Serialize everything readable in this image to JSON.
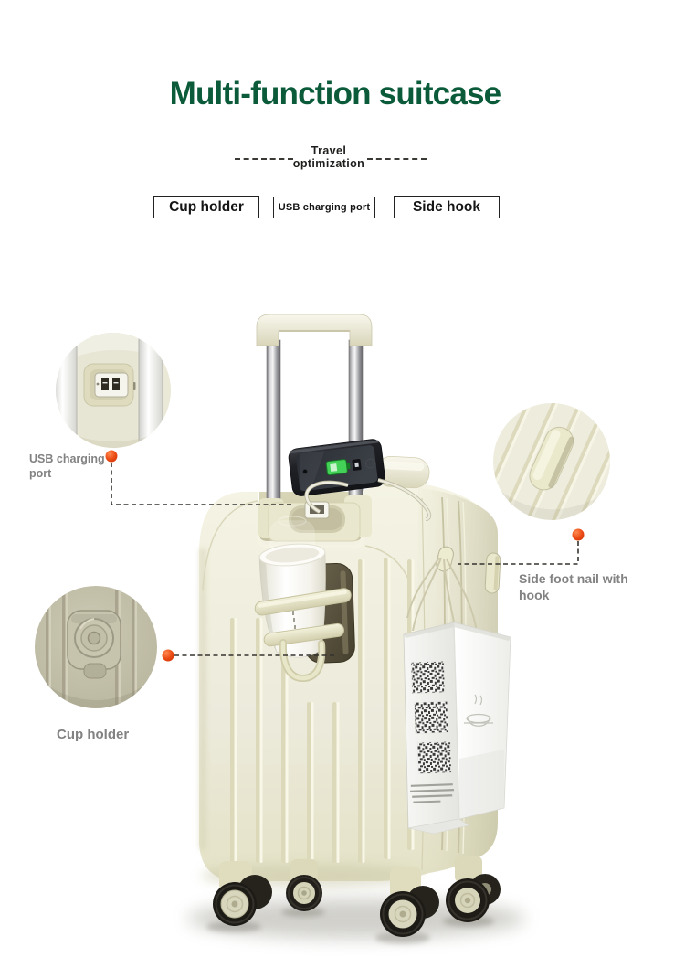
{
  "header": {
    "title": "Multi-function suitcase",
    "tagline_line1": "Travel",
    "tagline_line2": "optimization",
    "features": [
      "Cup holder",
      "USB charging port",
      "Side hook"
    ]
  },
  "annotations": {
    "usb_line1": "USB charging",
    "usb_line2": "port",
    "hook_line1": "Side foot nail with",
    "hook_line2": "hook",
    "cup": "Cup holder"
  },
  "icons": {
    "phone_screen": "battery-charging-icon",
    "bag_print": "qr-code",
    "bag_logo": "coffee-cup-logo"
  },
  "colors": {
    "title_green": "#0b5b3a",
    "accent_red": "#e8430f",
    "label_gray": "#828282",
    "suitcase_cream": "#efeeda",
    "battery_green": "#41d054",
    "line_dark": "#34322e"
  }
}
